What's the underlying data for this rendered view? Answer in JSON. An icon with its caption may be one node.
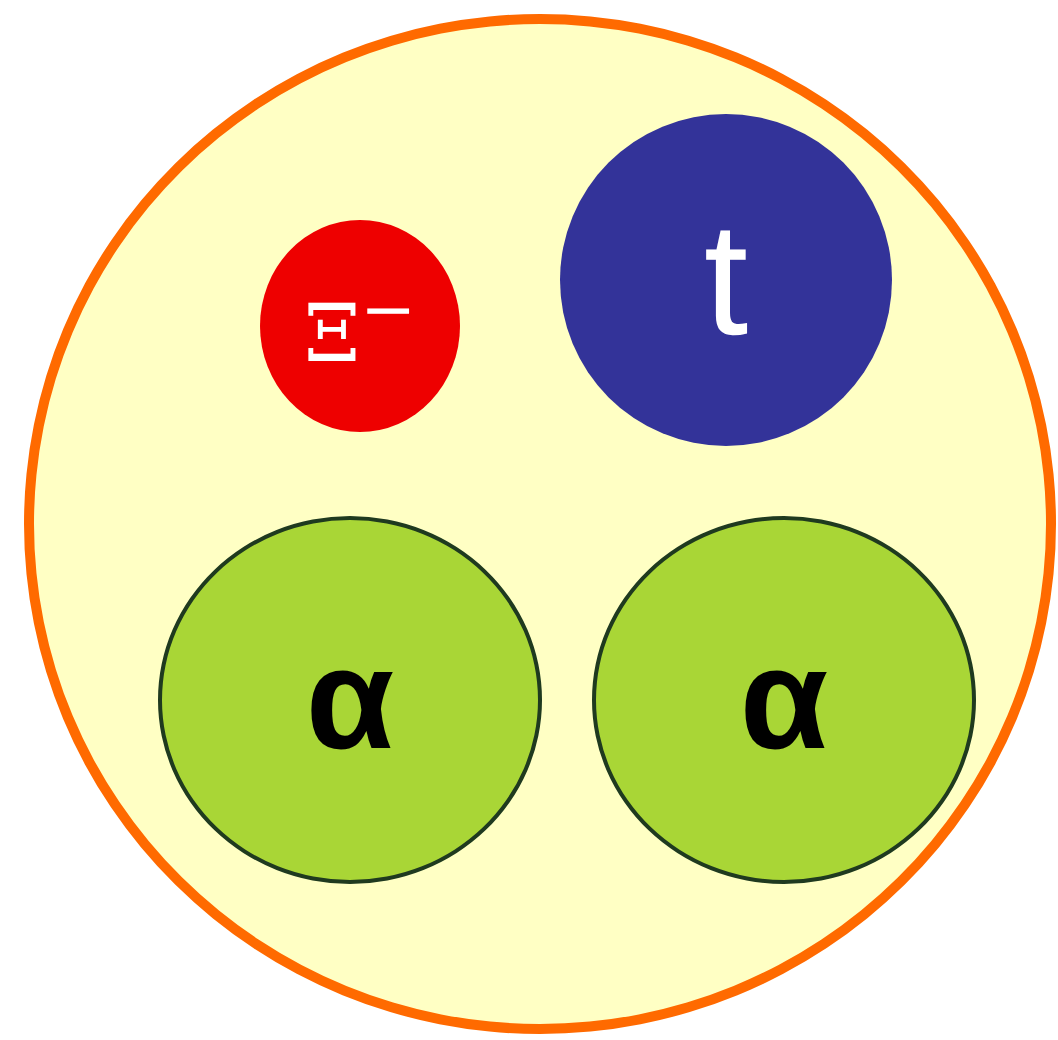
{
  "diagram": {
    "nodes": [
      {
        "text": [],
        "shape": "circle"
      },
      {
        "text": [
          "Ξ$^{−}$"
        ],
        "in": 0
      },
      {
        "text": [
          "t"
        ],
        "in": 0
      },
      {
        "text": [
          "α"
        ],
        "in": 0
      },
      {
        "text": [
          "α"
        ],
        "in": 0
      }
    ]
  }
}
